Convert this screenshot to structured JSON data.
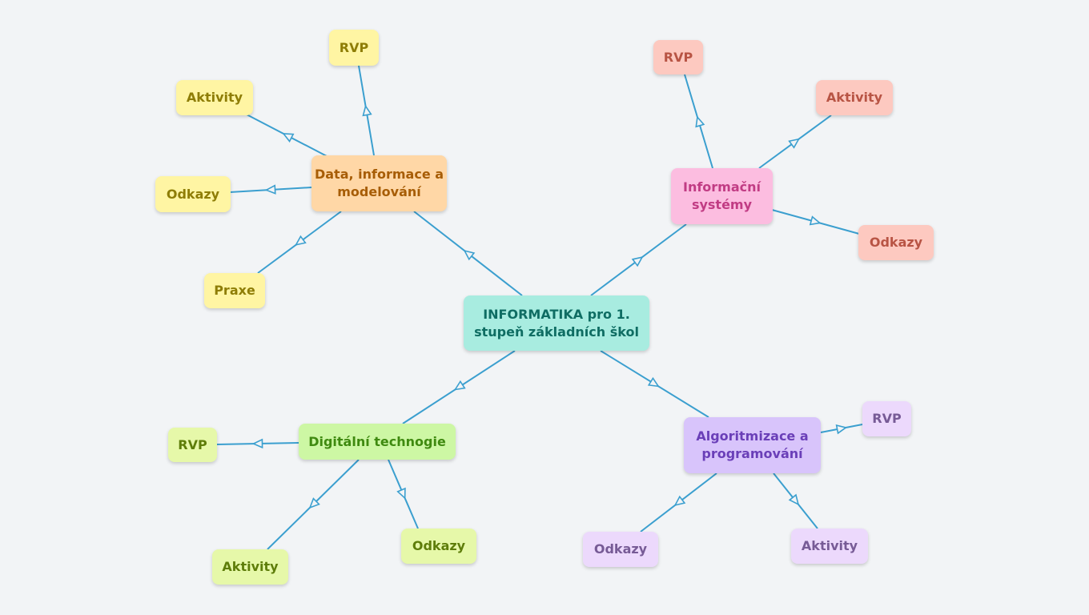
{
  "colors": {
    "background": "#f2f4f6",
    "edge": "#3b9fcf"
  },
  "center": {
    "label": "INFORMATIKA pro 1. stupeň základních škol"
  },
  "branches": {
    "data": {
      "label": "Data, informace a modelování",
      "children": {
        "rvp": "RVP",
        "aktivity": "Aktivity",
        "odkazy": "Odkazy",
        "praxe": "Praxe"
      }
    },
    "systemy": {
      "label": "Informační systémy",
      "children": {
        "rvp": "RVP",
        "aktivity": "Aktivity",
        "odkazy": "Odkazy"
      }
    },
    "digital": {
      "label": "Digitální technogie",
      "children": {
        "rvp": "RVP",
        "aktivity": "Aktivity",
        "odkazy": "Odkazy"
      }
    },
    "algo": {
      "label": "Algoritmizace a programování",
      "children": {
        "rvp": "RVP",
        "odkazy": "Odkazy",
        "aktivity": "Aktivity"
      }
    }
  }
}
